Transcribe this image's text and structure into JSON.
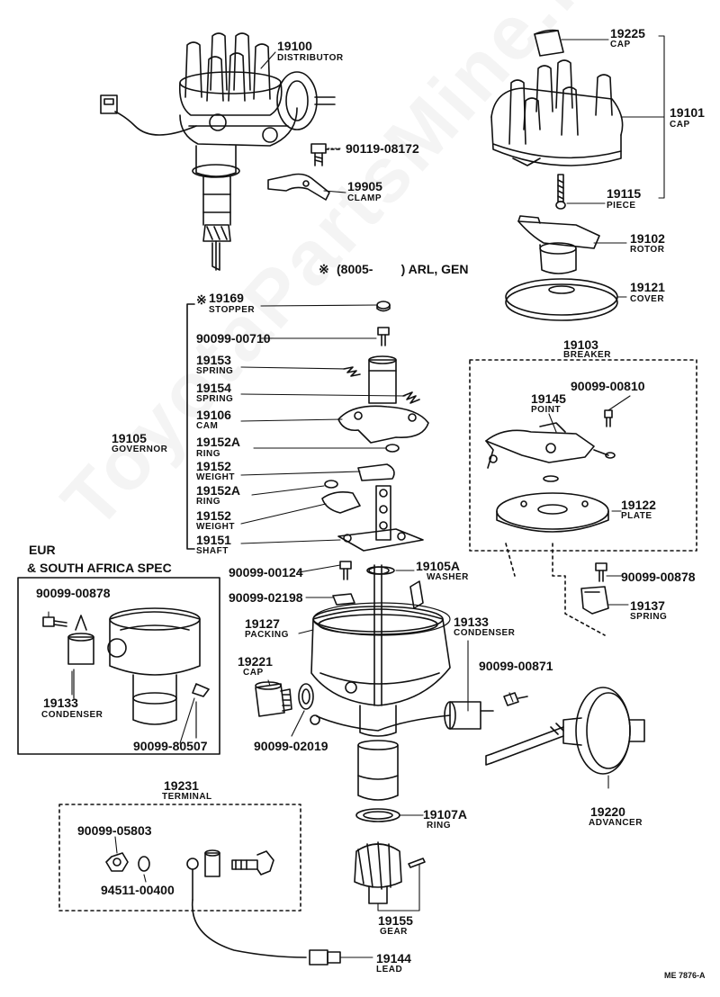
{
  "watermark": "ToyotaPartsMine.ru",
  "diagram_ref": "ME 7876-A",
  "note": {
    "symbol": "※",
    "text": "(8005-        ) ARL, GEN"
  },
  "region_eur": {
    "line1": "EUR",
    "line2": "& SOUTH AFRICA SPEC"
  },
  "parts": {
    "p19100": {
      "num": "19100",
      "name": "DISTRIBUTOR"
    },
    "p90119": {
      "num": "90119-08172"
    },
    "p19905": {
      "num": "19905",
      "name": "CLAMP"
    },
    "p19225": {
      "num": "19225",
      "name": "CAP"
    },
    "p19101": {
      "num": "19101",
      "name": "CAP"
    },
    "p19115": {
      "num": "19115",
      "name": "PIECE"
    },
    "p19102": {
      "num": "19102",
      "name": "ROTOR"
    },
    "p19121": {
      "num": "19121",
      "name": "COVER"
    },
    "p19169": {
      "mark": "※",
      "num": "19169",
      "name": "STOPPER"
    },
    "p90099_00710": {
      "num": "90099-00710"
    },
    "p19153": {
      "num": "19153",
      "name": "SPRING"
    },
    "p19154": {
      "num": "19154",
      "name": "SPRING"
    },
    "p19106": {
      "num": "19106",
      "name": "CAM"
    },
    "p19105": {
      "num": "19105",
      "name": "GOVERNOR"
    },
    "p19152A_1": {
      "num": "19152A",
      "name": "RING"
    },
    "p19152_1": {
      "num": "19152",
      "name": "WEIGHT"
    },
    "p19152A_2": {
      "num": "19152A",
      "name": "RING"
    },
    "p19152_2": {
      "num": "19152",
      "name": "WEIGHT"
    },
    "p19151": {
      "num": "19151",
      "name": "SHAFT"
    },
    "p19103": {
      "num": "19103",
      "name": "BREAKER"
    },
    "p90099_00810": {
      "num": "90099-00810"
    },
    "p19145": {
      "num": "19145",
      "name": "POINT"
    },
    "p19122": {
      "num": "19122",
      "name": "PLATE"
    },
    "p90099_00878_r": {
      "num": "90099-00878"
    },
    "p19137": {
      "num": "19137",
      "name": "SPRING"
    },
    "p90099_00878_l": {
      "num": "90099-00878"
    },
    "p19133_l": {
      "num": "19133",
      "name": "CONDENSER"
    },
    "p90099_80507": {
      "num": "90099-80507"
    },
    "p90099_00124": {
      "num": "90099-00124"
    },
    "p19105A": {
      "num": "19105A",
      "name": "WASHER"
    },
    "p90099_02198": {
      "num": "90099-02198"
    },
    "p19127": {
      "num": "19127",
      "name": "PACKING"
    },
    "p19133_c": {
      "num": "19133",
      "name": "CONDENSER"
    },
    "p19221": {
      "num": "19221",
      "name": "CAP"
    },
    "p90099_00871": {
      "num": "90099-00871"
    },
    "p90099_02019": {
      "num": "90099-02019"
    },
    "p19220": {
      "num": "19220",
      "name": "ADVANCER"
    },
    "p19231": {
      "num": "19231",
      "name": "TERMINAL"
    },
    "p90099_05803": {
      "num": "90099-05803"
    },
    "p94511": {
      "num": "94511-00400"
    },
    "p19107A": {
      "num": "19107A",
      "name": "RING"
    },
    "p19155": {
      "num": "19155",
      "name": "GEAR"
    },
    "p19144": {
      "num": "19144",
      "name": "LEAD"
    }
  }
}
